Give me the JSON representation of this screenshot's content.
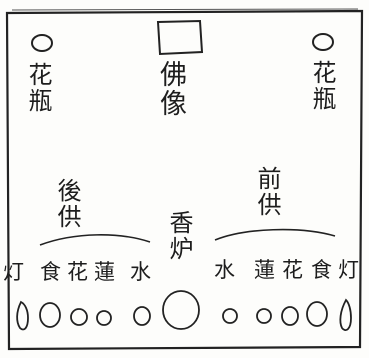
{
  "center": {
    "label": "佛像"
  },
  "left_top": {
    "label": "花瓶"
  },
  "right_top": {
    "label": "花瓶"
  },
  "rear_offering": {
    "label": "後供"
  },
  "front_offering": {
    "label": "前供"
  },
  "incense_burner": {
    "label": "香炉"
  },
  "left_row": [
    "灯",
    "食",
    "花",
    "蓮",
    "水"
  ],
  "right_row": [
    "水",
    "蓮",
    "花",
    "食",
    "灯"
  ]
}
